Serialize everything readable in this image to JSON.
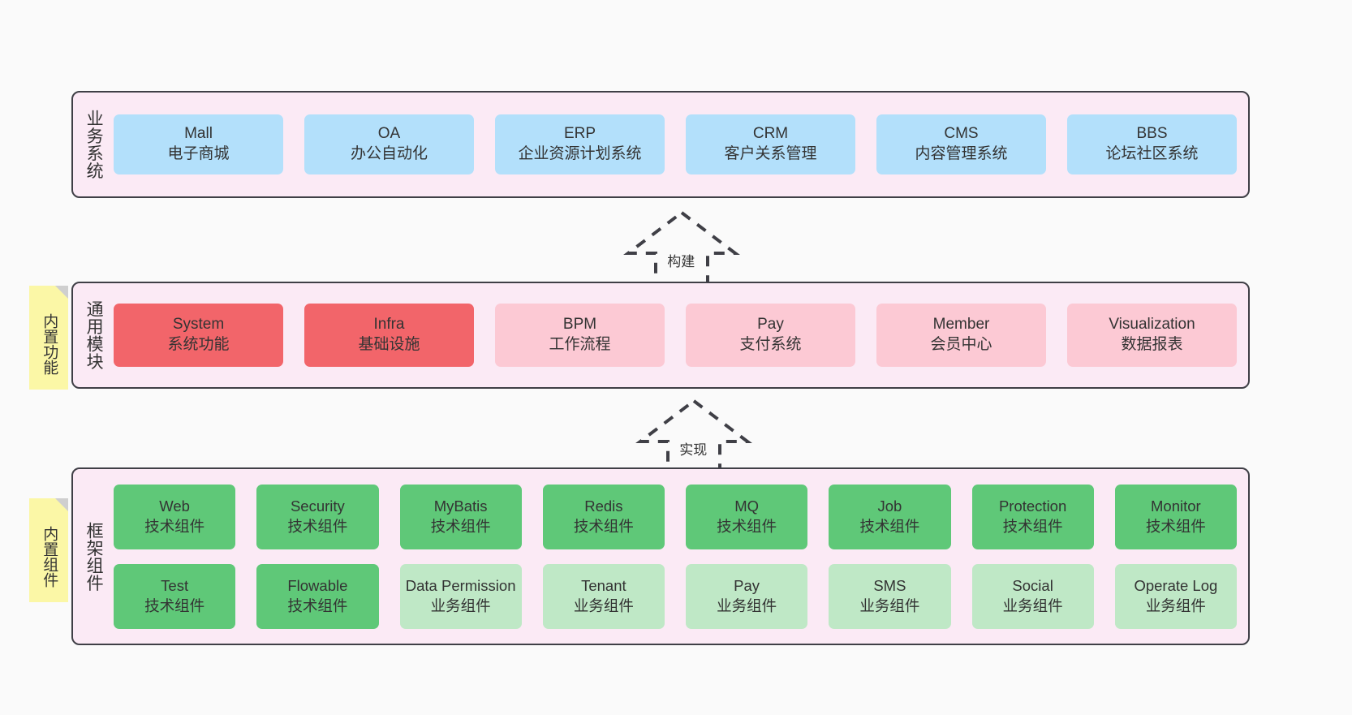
{
  "diagram": {
    "title_text_note_functions": "内置功能",
    "title_text_note_components": "内置组件",
    "colors": {
      "canvas_bg": "#fafafa",
      "layer_bg": "#fbeaf5",
      "layer_border": "#3f3f46",
      "business_box": "#b3e0fb",
      "common_core_box": "#f2656a",
      "common_box": "#fcc9d4",
      "tech_component_box": "#5fc878",
      "business_component_box": "#bfe8c6",
      "note_bg": "#fbf7a6",
      "note_fold": "#cfcfcf",
      "text": "#333333"
    }
  },
  "layers": {
    "business": {
      "label": "业务系统",
      "rows": [
        [
          {
            "en": "Mall",
            "cn": "电子商城",
            "style": "c-blue"
          },
          {
            "en": "OA",
            "cn": "办公自动化",
            "style": "c-blue"
          },
          {
            "en": "ERP",
            "cn": "企业资源计划系统",
            "style": "c-blue"
          },
          {
            "en": "CRM",
            "cn": "客户关系管理",
            "style": "c-blue"
          },
          {
            "en": "CMS",
            "cn": "内容管理系统",
            "style": "c-blue"
          },
          {
            "en": "BBS",
            "cn": "论坛社区系统",
            "style": "c-blue"
          }
        ]
      ]
    },
    "common": {
      "label": "通用模块",
      "rows": [
        [
          {
            "en": "System",
            "cn": "系统功能",
            "style": "c-red"
          },
          {
            "en": "Infra",
            "cn": "基础设施",
            "style": "c-red"
          },
          {
            "en": "BPM",
            "cn": "工作流程",
            "style": "c-pink"
          },
          {
            "en": "Pay",
            "cn": "支付系统",
            "style": "c-pink"
          },
          {
            "en": "Member",
            "cn": "会员中心",
            "style": "c-pink"
          },
          {
            "en": "Visualization",
            "cn": "数据报表",
            "style": "c-pink"
          }
        ]
      ]
    },
    "framework": {
      "label": "框架组件",
      "rows": [
        [
          {
            "en": "Web",
            "cn": "技术组件",
            "style": "c-green"
          },
          {
            "en": "Security",
            "cn": "技术组件",
            "style": "c-green"
          },
          {
            "en": "MyBatis",
            "cn": "技术组件",
            "style": "c-green"
          },
          {
            "en": "Redis",
            "cn": "技术组件",
            "style": "c-green"
          },
          {
            "en": "MQ",
            "cn": "技术组件",
            "style": "c-green"
          },
          {
            "en": "Job",
            "cn": "技术组件",
            "style": "c-green"
          },
          {
            "en": "Protection",
            "cn": "技术组件",
            "style": "c-green"
          },
          {
            "en": "Monitor",
            "cn": "技术组件",
            "style": "c-green"
          }
        ],
        [
          {
            "en": "Test",
            "cn": "技术组件",
            "style": "c-green"
          },
          {
            "en": "Flowable",
            "cn": "技术组件",
            "style": "c-green"
          },
          {
            "en": "Data Permission",
            "cn": "业务组件",
            "style": "c-green-light"
          },
          {
            "en": "Tenant",
            "cn": "业务组件",
            "style": "c-green-light"
          },
          {
            "en": "Pay",
            "cn": "业务组件",
            "style": "c-green-light"
          },
          {
            "en": "SMS",
            "cn": "业务组件",
            "style": "c-green-light"
          },
          {
            "en": "Social",
            "cn": "业务组件",
            "style": "c-green-light"
          },
          {
            "en": "Operate Log",
            "cn": "业务组件",
            "style": "c-green-light"
          }
        ]
      ]
    }
  },
  "arrows": [
    {
      "id": "build",
      "label": "构建"
    },
    {
      "id": "realize",
      "label": "实现"
    }
  ]
}
